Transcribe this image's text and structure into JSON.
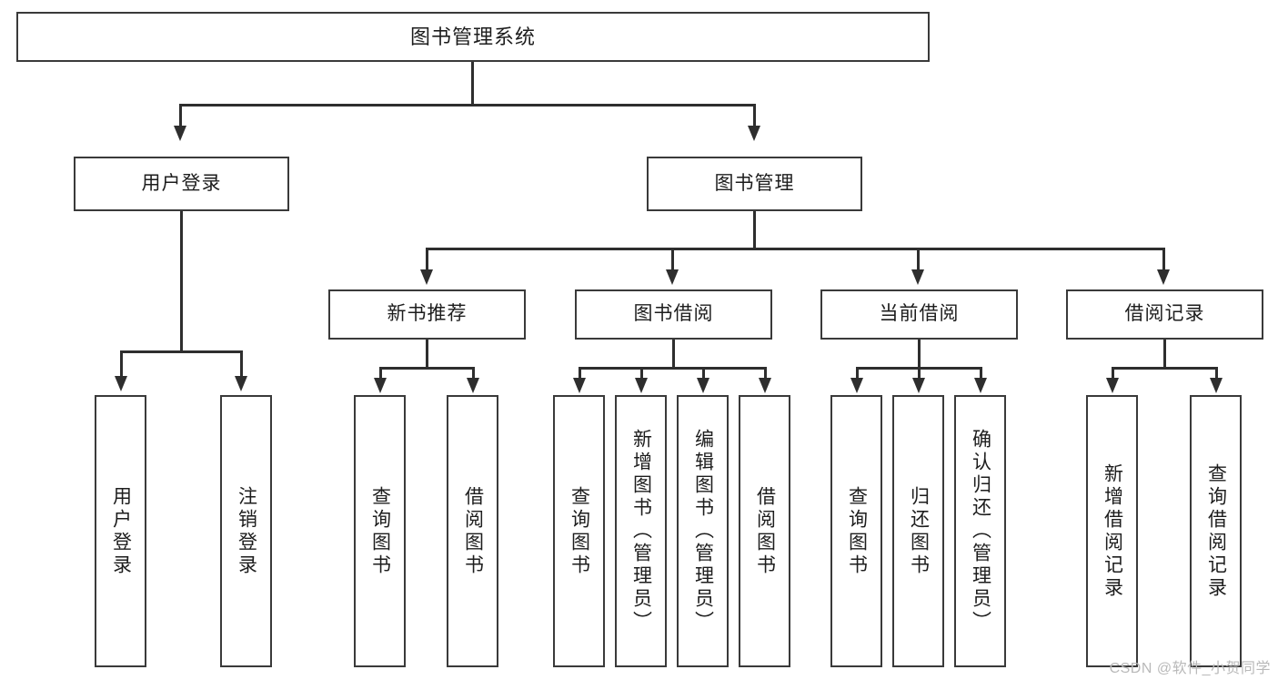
{
  "diagram": {
    "title": "图书管理系统",
    "type": "hierarchy-tree",
    "levels": 4,
    "root": {
      "label": "图书管理系统"
    },
    "level1": [
      {
        "label": "用户登录"
      },
      {
        "label": "图书管理"
      }
    ],
    "level2": [
      {
        "label": "新书推荐"
      },
      {
        "label": "图书借阅"
      },
      {
        "label": "当前借阅"
      },
      {
        "label": "借阅记录"
      }
    ],
    "leaves": {
      "user_login": [
        {
          "label": "用户登录"
        },
        {
          "label": "注销登录"
        }
      ],
      "new_book_recommend": [
        {
          "label": "查询图书"
        },
        {
          "label": "借阅图书"
        }
      ],
      "book_borrow": [
        {
          "label": "查询图书"
        },
        {
          "label": "新增图书（管理员）"
        },
        {
          "label": "编辑图书（管理员）"
        },
        {
          "label": "借阅图书"
        }
      ],
      "current_borrow": [
        {
          "label": "查询图书"
        },
        {
          "label": "归还图书"
        },
        {
          "label": "确认归还（管理员）"
        }
      ],
      "borrow_record": [
        {
          "label": "新增借阅记录"
        },
        {
          "label": "查询借阅记录"
        }
      ]
    }
  },
  "watermark": {
    "text": "CSDN @软件_小贺同学"
  },
  "colors": {
    "background": "#ffffff",
    "box_border": "#3a3a3a",
    "connector": "#2e2e2e",
    "text": "#1d1d1d",
    "watermark": "#b9b9b9"
  }
}
